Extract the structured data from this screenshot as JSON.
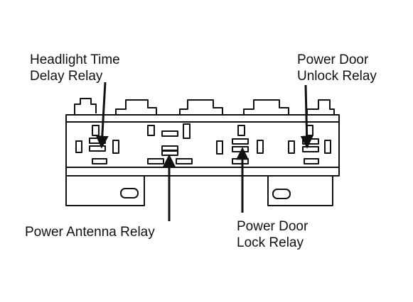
{
  "labels": {
    "headlight_time_delay_relay": {
      "line1": "Headlight Time",
      "line2": "Delay Relay"
    },
    "power_door_unlock_relay": {
      "line1": "Power Door",
      "line2": "Unlock Relay"
    },
    "power_antenna_relay": {
      "line1": "Power Antenna Relay"
    },
    "power_door_lock_relay": {
      "line1": "Power Door",
      "line2": "Lock Relay"
    }
  },
  "colors": {
    "ink": "#111111",
    "paper": "#ffffff"
  }
}
